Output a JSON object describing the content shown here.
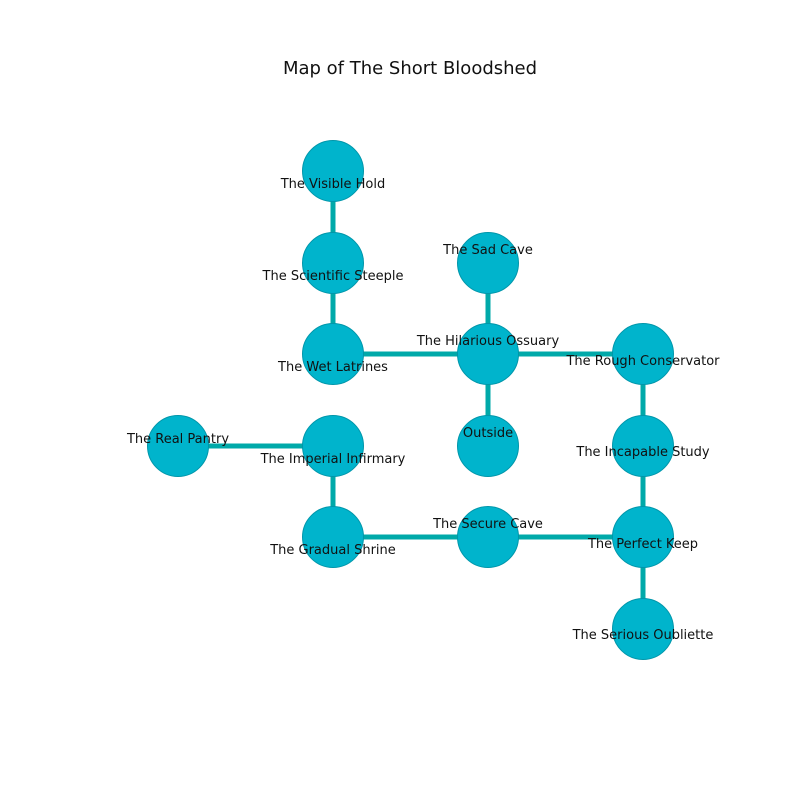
{
  "title": "Map of The Short Bloodshed",
  "colors": {
    "node_fill": "#00b4cc",
    "node_stroke": "#0096aa",
    "edge": "#00a9a9",
    "text": "#111111"
  },
  "nodes": [
    {
      "id": "visible-hold",
      "label": "The Visible Hold"
    },
    {
      "id": "scientific-steeple",
      "label": "The Scientific Steeple"
    },
    {
      "id": "wet-latrines",
      "label": "The Wet Latrines"
    },
    {
      "id": "sad-cave",
      "label": "The Sad Cave"
    },
    {
      "id": "hilarious-ossuary",
      "label": "The Hilarious Ossuary"
    },
    {
      "id": "rough-conservator",
      "label": "The Rough Conservator"
    },
    {
      "id": "real-pantry",
      "label": "The Real Pantry"
    },
    {
      "id": "imperial-infirmary",
      "label": "The Imperial Infirmary"
    },
    {
      "id": "outside",
      "label": "Outside"
    },
    {
      "id": "incapable-study",
      "label": "The Incapable Study"
    },
    {
      "id": "gradual-shrine",
      "label": "The Gradual Shrine"
    },
    {
      "id": "secure-cave",
      "label": "The Secure Cave"
    },
    {
      "id": "perfect-keep",
      "label": "The Perfect Keep"
    },
    {
      "id": "serious-oubliette",
      "label": "The Serious Oubliette"
    }
  ],
  "edges": [
    [
      "visible-hold",
      "scientific-steeple"
    ],
    [
      "scientific-steeple",
      "wet-latrines"
    ],
    [
      "wet-latrines",
      "hilarious-ossuary"
    ],
    [
      "sad-cave",
      "hilarious-ossuary"
    ],
    [
      "hilarious-ossuary",
      "rough-conservator"
    ],
    [
      "hilarious-ossuary",
      "outside"
    ],
    [
      "real-pantry",
      "imperial-infirmary"
    ],
    [
      "imperial-infirmary",
      "gradual-shrine"
    ],
    [
      "gradual-shrine",
      "secure-cave"
    ],
    [
      "secure-cave",
      "perfect-keep"
    ],
    [
      "rough-conservator",
      "incapable-study"
    ],
    [
      "incapable-study",
      "perfect-keep"
    ],
    [
      "perfect-keep",
      "serious-oubliette"
    ]
  ]
}
